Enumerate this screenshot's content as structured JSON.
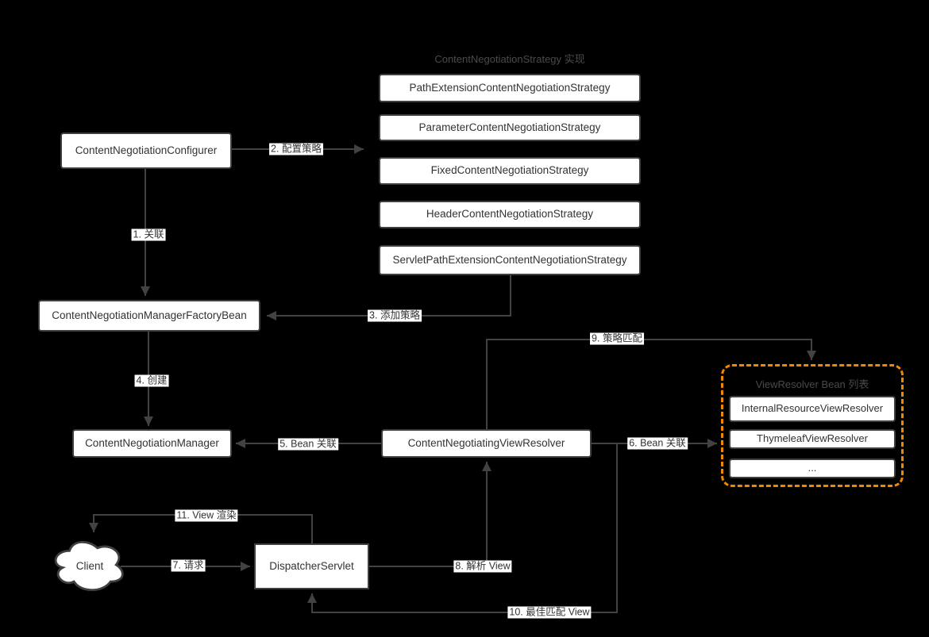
{
  "strategy_group": {
    "title": "ContentNegotiationStrategy 实现",
    "items": [
      "PathExtensionContentNegotiationStrategy",
      "ParameterContentNegotiationStrategy",
      "FixedContentNegotiationStrategy",
      "HeaderContentNegotiationStrategy",
      "ServletPathExtensionContentNegotiationStrategy"
    ]
  },
  "resolver_group": {
    "title": "ViewResolver Bean 列表",
    "items": [
      "InternalResourceViewResolver",
      "ThymeleafViewResolver",
      "..."
    ]
  },
  "nodes": {
    "configurer": {
      "label": "ContentNegotiationConfigurer"
    },
    "factory_bean": {
      "label": "ContentNegotiationManagerFactoryBean"
    },
    "manager": {
      "label": "ContentNegotiationManager"
    },
    "view_resolver": {
      "label": "ContentNegotiatingViewResolver"
    },
    "dispatcher": {
      "label": "DispatcherServlet"
    },
    "client": {
      "label": "Client"
    }
  },
  "edges": {
    "e1": "1. 关联",
    "e2": "2. 配置策略",
    "e3": "3. 添加策略",
    "e4": "4. 创建",
    "e5": "5. Bean 关联",
    "e6": "6. Bean 关联",
    "e7": "7. 请求",
    "e8": "8. 解析 View",
    "e9": "9. 策略匹配",
    "e10": "10. 最佳匹配 View",
    "e11": "11. View 渲染"
  },
  "colors": {
    "background": "#000000",
    "node_fill": "#ffffff",
    "node_border": "#3f3f3f",
    "edge": "#424242",
    "text": "#333333",
    "group_title": "#4a4a4a",
    "highlight_border": "#f08705"
  }
}
